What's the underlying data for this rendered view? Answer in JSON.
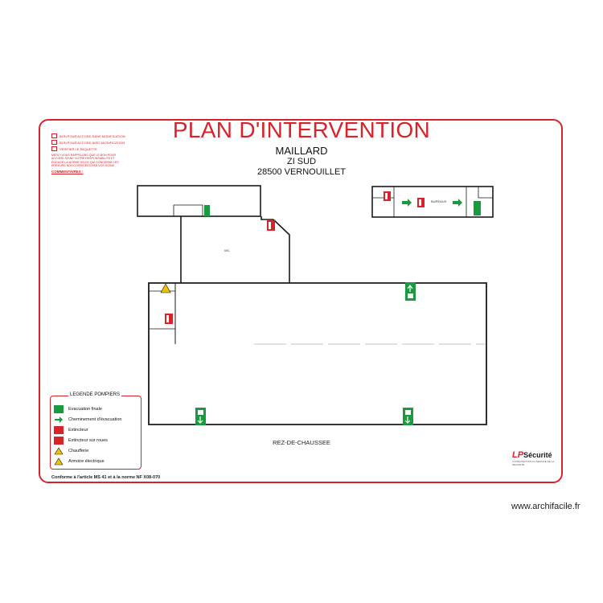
{
  "plan": {
    "title": "PLAN D'INTERVENTION",
    "client": "MAILLARD",
    "zone": "ZI SUD",
    "city": "28500 VERNOUILLET",
    "floor_label": "REZ-DE-CHAUSSEE",
    "norm_text": "Conforme à l'article MS 41 et à la norme NF X08-070",
    "room_label_office": "BUREAUX",
    "room_label_small": "WC"
  },
  "approval": {
    "items": [
      "BON POUR ACCORD SANS MODIFICATION",
      "BON POUR ACCORD AVEC MODIFICATION",
      "VERIFIER LE PAQUETTE"
    ],
    "note": "MERCI VOUS RAPPELONS QUE LE BON POUR ACCORD SIGNE VOTRE RESPONSABILITE ET ENGAGE LA NORME EN CE QUI CONCERNE LES ERREURS NON CORRIGEES PAR VOS SOINS",
    "comments_label": "COMMENTAIRES :"
  },
  "legend": {
    "title": "LEGENDE POMPIERS",
    "items": [
      {
        "label": "Evacuation finale",
        "icon": "exit-sign-icon"
      },
      {
        "label": "Cheminement d'évacuation",
        "icon": "green-arrow-icon"
      },
      {
        "label": "Extincteur",
        "icon": "extinguisher-icon"
      },
      {
        "label": "Extincteur sur roues",
        "icon": "wheeled-extinguisher-icon"
      },
      {
        "label": "Chaufferie",
        "icon": "boiler-warning-icon"
      },
      {
        "label": "Armoire électrique",
        "icon": "electrical-warning-icon"
      }
    ]
  },
  "company": {
    "logo_text": "Sécurité",
    "logo_prefix": "LP",
    "tagline": "LA PROTECTION AU SERVICE DE LA SECURITE"
  },
  "watermark": "www.archifacile.fr",
  "colors": {
    "accent_red": "#d8232a",
    "exit_green": "#1a9a3e",
    "wall": "#1a1a1a",
    "warning_yellow": "#f2c200"
  }
}
